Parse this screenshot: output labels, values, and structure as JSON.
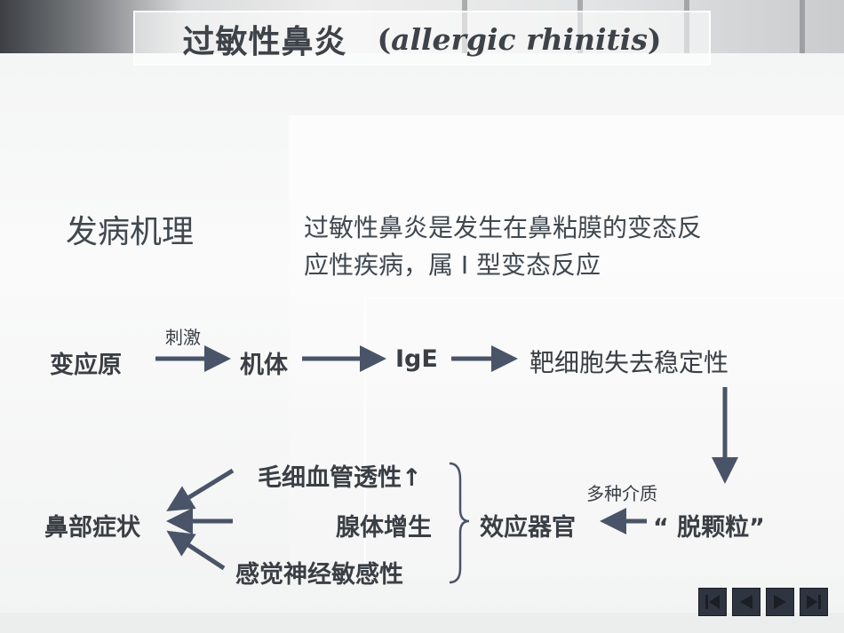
{
  "title": {
    "chinese": "过敏性鼻炎",
    "open_paren": "(",
    "english": "allergic rhinitis",
    "close_paren": ")"
  },
  "section": {
    "label": "发病机理",
    "description_line1": "过敏性鼻炎是发生在鼻粘膜的变态反",
    "description_line2": "应性疾病，属 I 型变态反应"
  },
  "flow": {
    "allergen": "变应原",
    "stimulus_label": "刺激",
    "body": "机体",
    "ige": "IgE",
    "mast_cell": "靶细胞失去稳定性",
    "degranulation": "“ 脱颗粒”",
    "mediators_label": "多种介质",
    "effector": "效应器官",
    "effect_1": "毛细血管透性↑",
    "effect_2": "腺体增生",
    "effect_3": "感觉神经敏感性",
    "symptoms": "鼻部症状"
  },
  "colors": {
    "arrow": "#4a5468",
    "text": "#3b4148",
    "nav_button": "#2f3540"
  },
  "navigation": {
    "first_icon": "skip-first-icon",
    "prev_icon": "previous-icon",
    "next_icon": "next-icon",
    "last_icon": "skip-last-icon"
  }
}
